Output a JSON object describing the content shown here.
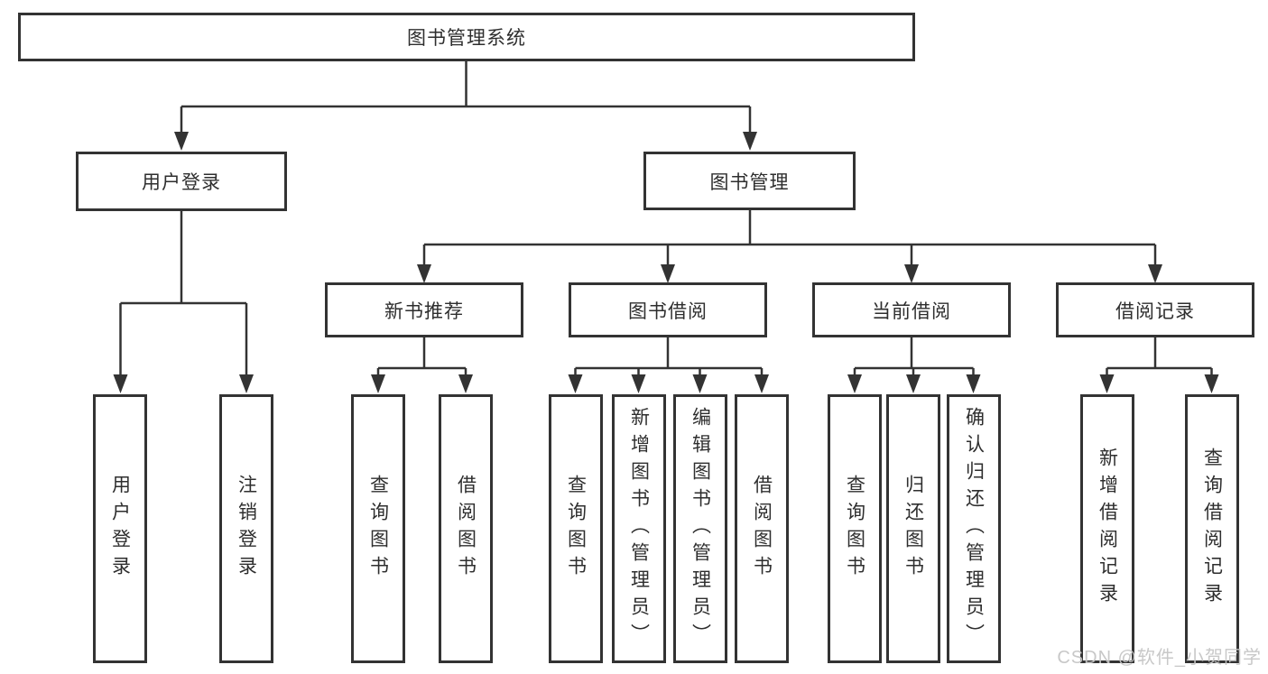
{
  "tree": {
    "root": "图书管理系统",
    "level2": [
      {
        "label": "用户登录",
        "leaves": [
          "用户登录",
          "注销登录"
        ]
      },
      {
        "label": "图书管理",
        "groups": [
          {
            "label": "新书推荐",
            "leaves": [
              "查询图书",
              "借阅图书"
            ]
          },
          {
            "label": "图书借阅",
            "leaves": [
              "查询图书",
              "新增图书（管理员）",
              "编辑图书（管理员）",
              "借阅图书"
            ]
          },
          {
            "label": "当前借阅",
            "leaves": [
              "查询图书",
              "归还图书",
              "确认归还（管理员）"
            ]
          },
          {
            "label": "借阅记录",
            "leaves": [
              "新增借阅记录",
              "查询借阅记录"
            ]
          }
        ]
      }
    ]
  },
  "watermark": "CSDN @软件_小贺同学",
  "colors": {
    "line": "#333333",
    "box_fill": "#ffffff",
    "text": "#2e2e2e",
    "watermark": "#c5c5c5"
  }
}
